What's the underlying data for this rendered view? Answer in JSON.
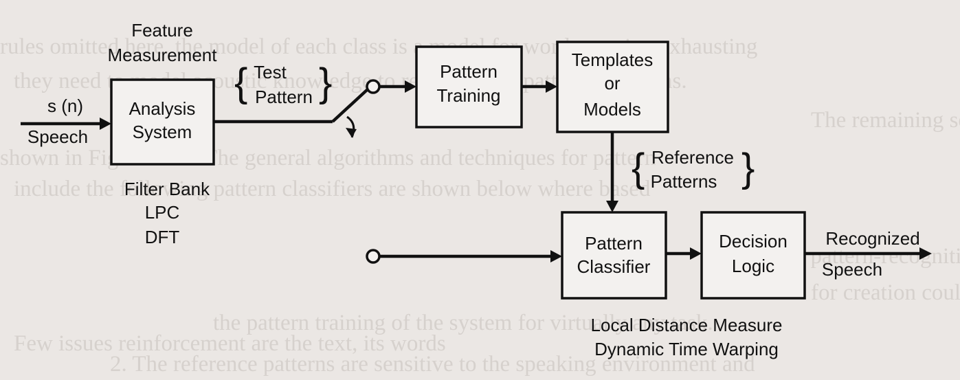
{
  "background_text": [
    "rules omitted here. the model of each class is a model for word meaning exhausting",
    "they need to model acoustic knowledge to represent the pattern variations.",
    "The remaining sections of this book will concentrate on the",
    "shown in Figure 2.37. The general algorithms and techniques for pattern",
    "include the following pattern classifiers are shown below where based",
    "The pattern-recognition approach relates to the amount of training data",
    "for creation could class reference patterns; generally the more training",
    "the pattern training of the system for virtually any task.",
    "Few issues reinforcement are the text, its words",
    "2. The reference patterns are sensitive to the speaking environment and"
  ],
  "labels": {
    "feature_measurement": [
      "Feature",
      "Measurement"
    ],
    "signal": "s (n)",
    "speech_in": "Speech",
    "test_pattern": [
      "Test",
      "Pattern"
    ],
    "filter_bank": "Filter Bank",
    "lpc": "LPC",
    "dft": "DFT",
    "reference_patterns": [
      "Reference",
      "Patterns"
    ],
    "recognized_speech": [
      "Recognized",
      "Speech"
    ],
    "local_distance": "Local Distance Measure",
    "dtw": "Dynamic Time Warping"
  },
  "blocks": {
    "analysis": [
      "Analysis",
      "System"
    ],
    "training": [
      "Pattern",
      "Training"
    ],
    "templates": [
      "Templates",
      "or",
      "Models"
    ],
    "classifier": [
      "Pattern",
      "Classifier"
    ],
    "decision": [
      "Decision",
      "Logic"
    ]
  }
}
